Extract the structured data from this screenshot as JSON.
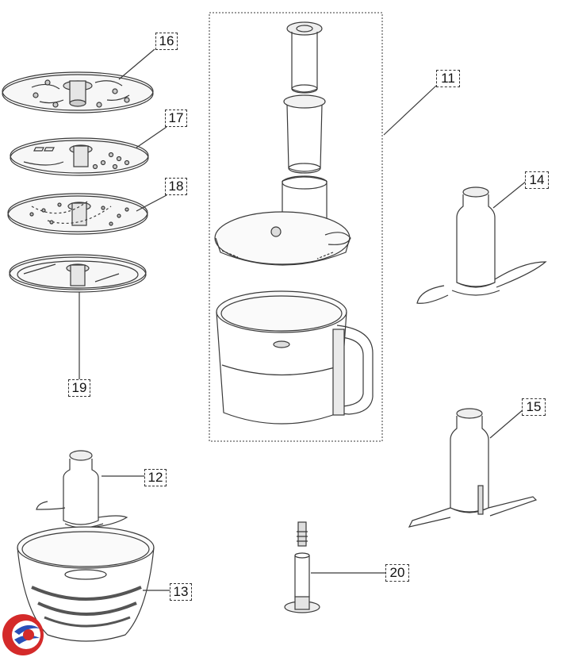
{
  "diagram": {
    "part_labels": {
      "p11": "11",
      "p12": "12",
      "p13": "13",
      "p14": "14",
      "p15": "15",
      "p16": "16",
      "p17": "17",
      "p18": "18",
      "p19": "19",
      "p20": "20"
    }
  },
  "colors": {
    "line": "#3a3a3a",
    "logo_red": "#d42a2a",
    "logo_blue": "#2a4fb8"
  }
}
